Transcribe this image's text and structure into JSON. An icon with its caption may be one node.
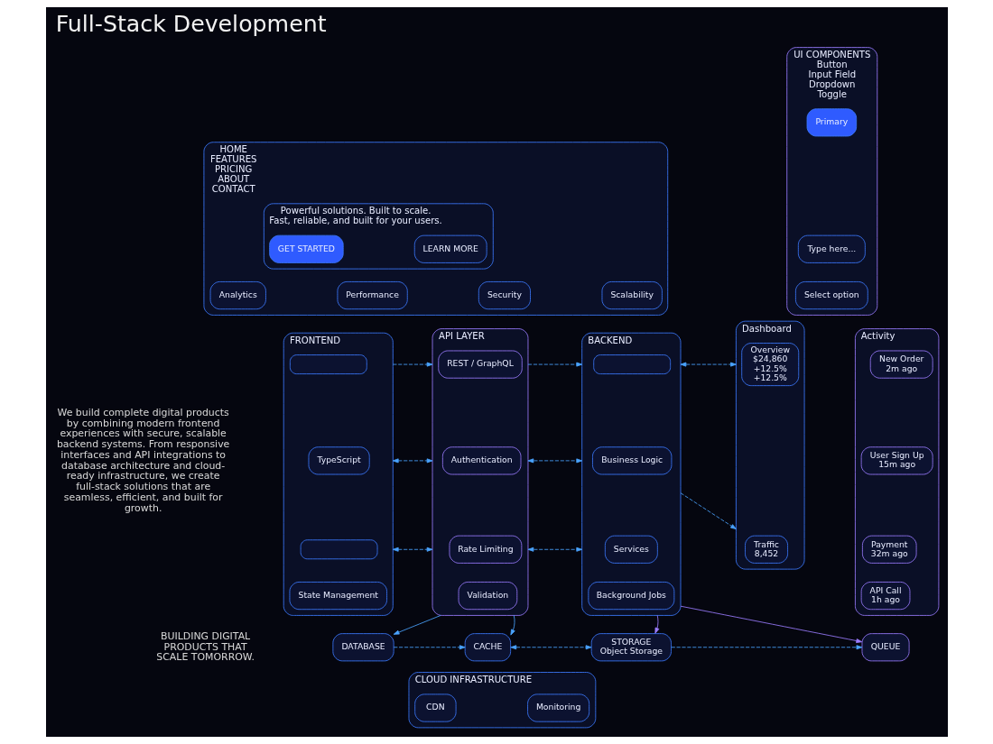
{
  "diagram": {
    "title": "Full-Stack Development",
    "nodes": [
      {
        "text": [
          "HOME",
          "FEATURES",
          "PRICING",
          "ABOUT",
          "CONTACT"
        ]
      },
      {
        "text": [
          "Powerful solutions. Built to scale.",
          "Fast, reliable, and built for your users."
        ],
        "in": 0
      },
      {
        "text": [
          "GET STARTED"
        ],
        "in": 1
      },
      {
        "text": [
          "LEARN MORE"
        ],
        "in": 1
      },
      {
        "text": [
          "Analytics"
        ],
        "in": 0
      },
      {
        "text": [
          "Performance"
        ],
        "in": 0
      },
      {
        "text": [
          "Security"
        ],
        "in": 0
      },
      {
        "text": [
          "Scalability"
        ],
        "in": 0
      },
      {
        "text": [
          "UI COMPONENTS",
          "Button",
          "Input Field",
          "Dropdown",
          "Toggle"
        ]
      },
      {
        "text": [
          "Primary"
        ],
        "in": 8
      },
      {
        "text": [
          "Type here..."
        ],
        "in": 8
      },
      {
        "text": [
          "Select option"
        ],
        "in": 8
      },
      {
        "text": [
          "Dashboard"
        ]
      },
      {
        "text": [
          "Overview",
          "$24,860",
          "+12.5%",
          "+12.5%"
        ],
        "in": 12
      },
      {
        "text": [
          "Traffic",
          "8,452"
        ],
        "in": 12
      },
      {
        "text": [
          "Activity"
        ]
      },
      {
        "text": [
          "New Order",
          "2m ago"
        ],
        "in": 15
      },
      {
        "text": [
          "User Sign Up",
          "15m ago"
        ],
        "in": 15
      },
      {
        "text": [
          "Payment",
          "32m ago"
        ],
        "in": 15
      },
      {
        "text": [
          "API Call",
          "1h ago"
        ],
        "in": 15
      },
      {
        "text": [
          "FRONTEND"
        ]
      },
      {
        "text": [],
        "shape": "box",
        "in": 20
      },
      {
        "text": [
          "TypeScript"
        ],
        "in": 20
      },
      {
        "text": [],
        "shape": "box",
        "in": 20
      },
      {
        "text": [
          "State Management"
        ],
        "in": 20
      },
      {
        "text": [
          "API LAYER"
        ]
      },
      {
        "text": [
          "REST / GraphQL"
        ],
        "in": 25
      },
      {
        "text": [
          "Authentication"
        ],
        "in": 25
      },
      {
        "text": [
          "Rate Limiting"
        ],
        "in": 25
      },
      {
        "text": [
          "Validation"
        ],
        "in": 25
      },
      {
        "text": [
          "BACKEND"
        ]
      },
      {
        "text": [],
        "shape": "box",
        "in": 30
      },
      {
        "text": [
          "Business Logic"
        ],
        "in": 30
      },
      {
        "text": [
          "Services"
        ],
        "in": 30
      },
      {
        "text": [
          "Background Jobs"
        ],
        "in": 30
      },
      {
        "text": [
          "DATABASE"
        ]
      },
      {
        "text": [
          "CACHE"
        ]
      },
      {
        "text": [
          "STORAGE",
          "Object Storage"
        ]
      },
      {
        "text": [
          "QUEUE"
        ]
      },
      {
        "text": [
          "CLOUD INFRASTRUCTURE"
        ]
      },
      {
        "text": [
          "CDN"
        ],
        "in": 39
      },
      {
        "text": [
          "Monitoring"
        ],
        "in": 39
      }
    ],
    "edges": [
      {
        "from": 20,
        "to": 25,
        "arrow": "to",
        "style": "dashed"
      },
      {
        "from": 20,
        "to": 25,
        "arrow": "both",
        "style": "dashed"
      },
      {
        "from": 20,
        "to": 25,
        "arrow": "both",
        "style": "dashed"
      },
      {
        "from": 25,
        "to": 30,
        "arrow": "to",
        "style": "dashed"
      },
      {
        "from": 25,
        "to": 30,
        "arrow": "both",
        "style": "dashed"
      },
      {
        "from": 25,
        "to": 30,
        "arrow": "both",
        "style": "dashed"
      },
      {
        "from": 30,
        "to": 12,
        "arrow": "both",
        "style": "dashed"
      },
      {
        "from": 30,
        "to": 12,
        "arrow": "to",
        "style": "dashed"
      },
      {
        "from": 25,
        "to": 35,
        "arrow": "to"
      },
      {
        "from": 25,
        "to": 36,
        "arrow": "to"
      },
      {
        "from": 30,
        "to": 37,
        "arrow": "to",
        "color": "#9b7cff"
      },
      {
        "from": 30,
        "to": 38,
        "arrow": "to",
        "color": "#9b7cff"
      },
      {
        "from": 35,
        "to": 36,
        "arrow": "to",
        "style": "dashed"
      },
      {
        "from": 36,
        "to": 37,
        "arrow": "both",
        "style": "dashed"
      },
      {
        "from": 37,
        "to": 38,
        "arrow": "to",
        "style": "dashed"
      }
    ],
    "labels": [
      "We build complete digital products by combining modern frontend experiences with secure, scalable backend systems. From responsive interfaces and API integrations to database architecture and cloud-ready infrastructure, we create full-stack solutions that are seamless, efficient, and built for growth.",
      "BUILDING DIGITAL PRODUCTS THAT SCALE TOMORROW."
    ]
  }
}
